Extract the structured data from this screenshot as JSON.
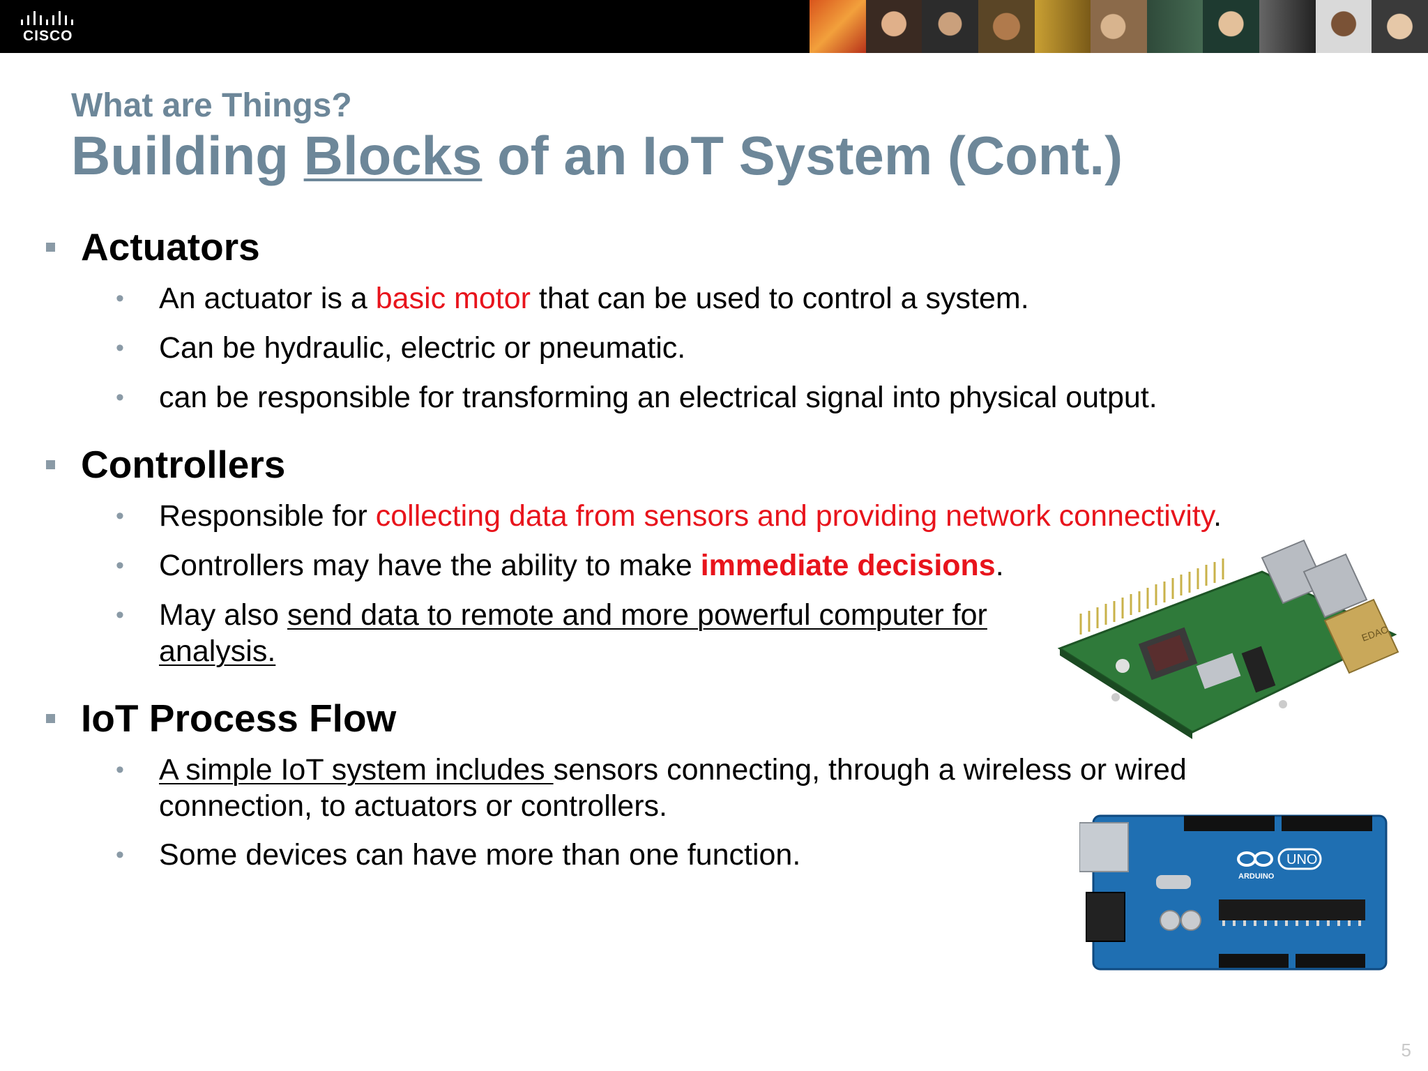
{
  "brand": {
    "logo_text": "CISCO"
  },
  "slide": {
    "supertitle": "What are Things?",
    "title_part1": "Building ",
    "title_part2": "Blocks",
    "title_part3": " of an IoT System (Cont.)",
    "page_number": "5"
  },
  "sections": {
    "actuators": {
      "heading": "Actuators",
      "b1_a": "An actuator is a ",
      "b1_b": "basic motor",
      "b1_c": " that can be used to control a system.",
      "b2": "Can be hydraulic, electric or pneumatic.",
      "b3": "can be responsible for transforming an electrical signal into physical output."
    },
    "controllers": {
      "heading": "Controllers",
      "b1_a": "Responsible for ",
      "b1_b": "collecting data from sensors and providing network connectivity",
      "b1_c": ".",
      "b2_a": "Controllers may have the ability to make ",
      "b2_b": "immediate decisions",
      "b2_c": ".",
      "b3_a": "May also ",
      "b3_b": "send data to remote and more powerful computer for",
      "b3_c": "analysis."
    },
    "flow": {
      "heading": "IoT Process Flow",
      "b1_a": "A simple IoT system includes ",
      "b1_b": "sensors connecting, through a wireless or wired",
      "b1_c": "connection, to actuators or controllers.",
      "b2": "Some devices can have more than one function."
    }
  },
  "images": {
    "rpi_label": "EDAC",
    "arduino_label": "UNO",
    "arduino_brand": "ARDUINO"
  },
  "colors": {
    "title": "#6d8799",
    "accent_red": "#e8141c",
    "bullet": "#8a9aa6",
    "bar": "#000000"
  }
}
